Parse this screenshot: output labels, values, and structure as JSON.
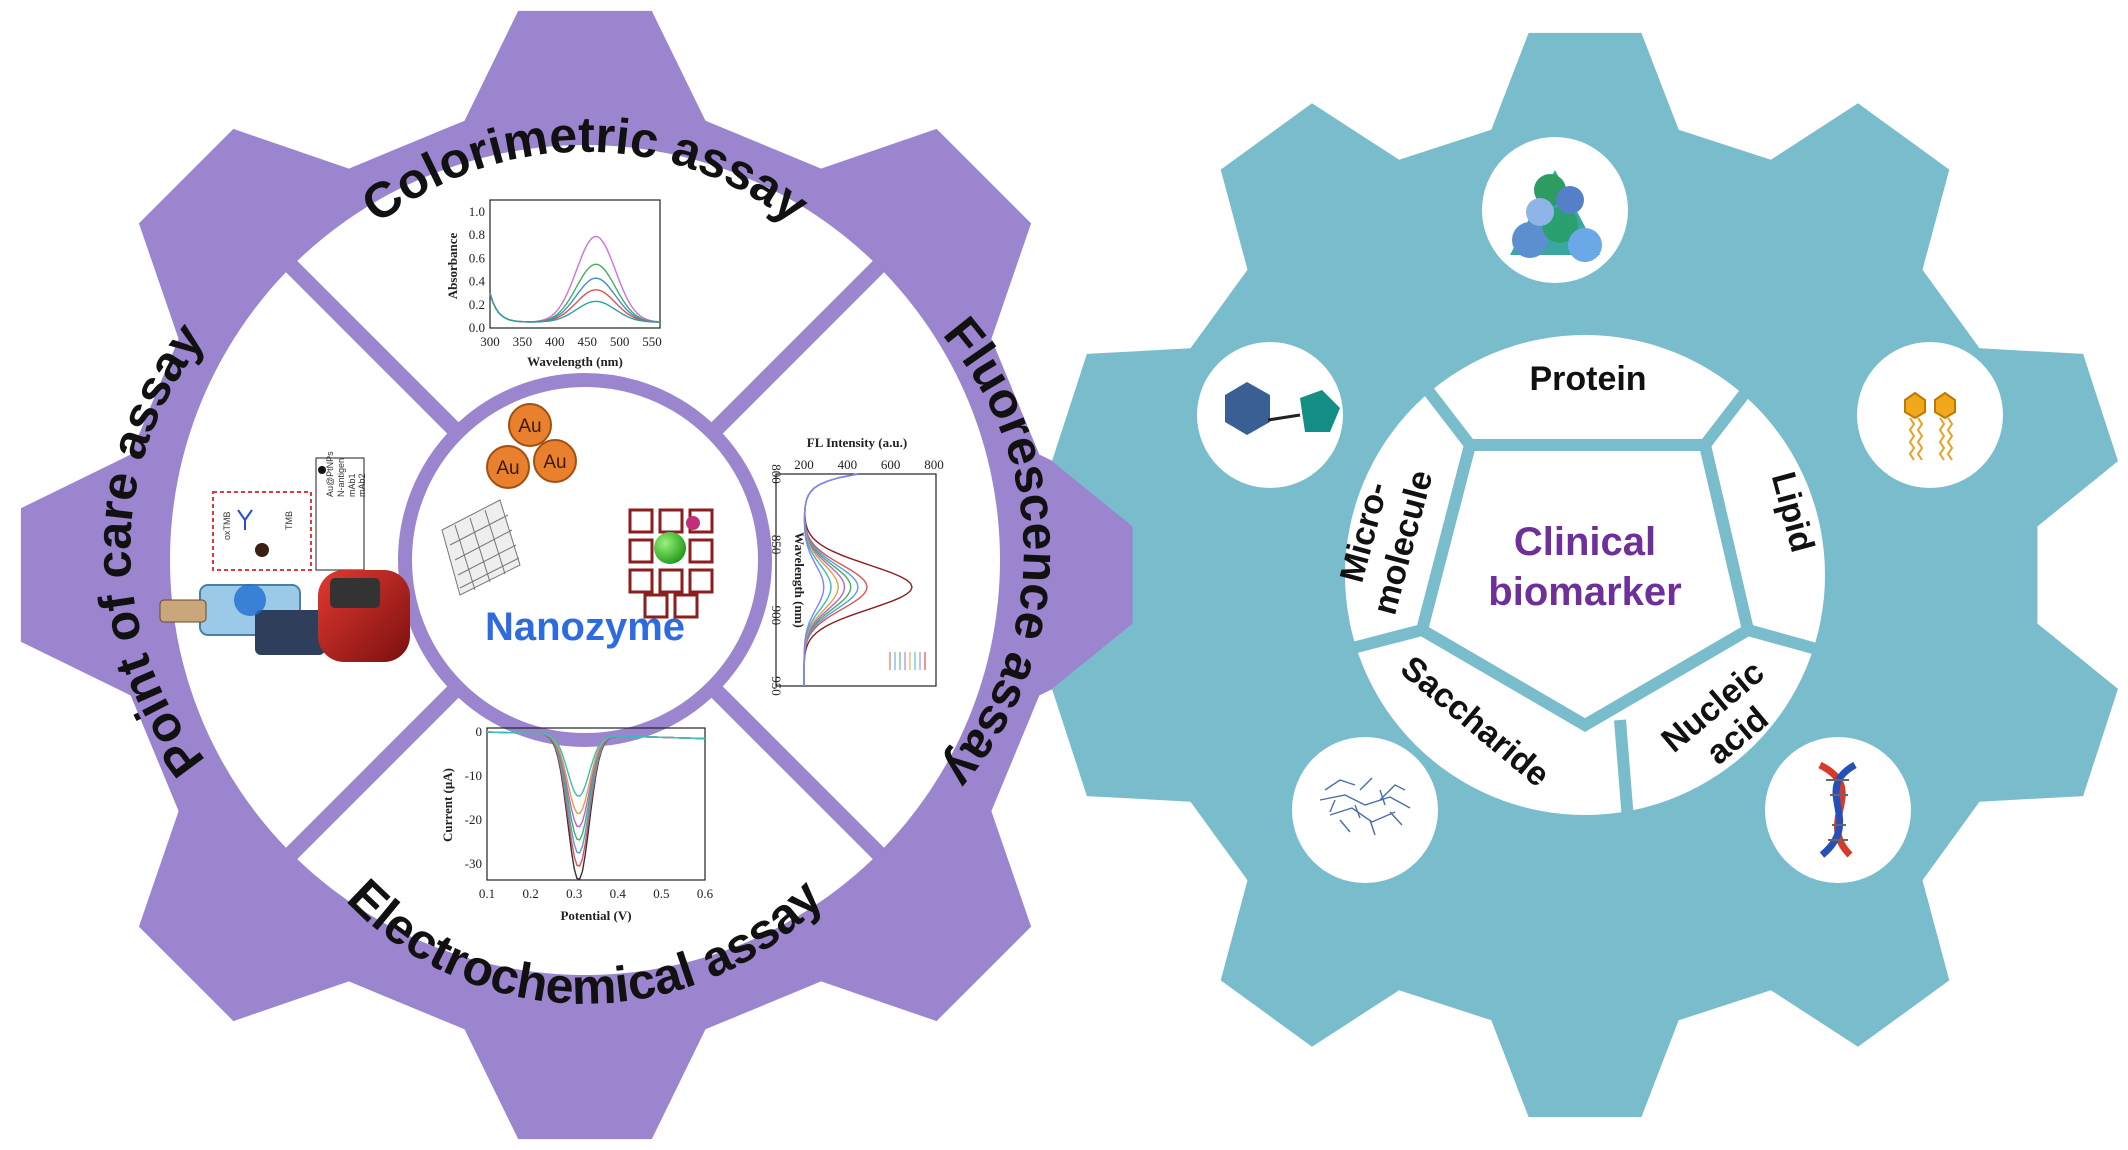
{
  "left_gear": {
    "labels": {
      "top": "Colorimetric assay",
      "right": "Fluorescence assay",
      "bottom": "Electrochemical assay",
      "left": "Point of care assay"
    },
    "center_label": "Nanozyme",
    "au_label": "Au",
    "colorimetric_plot": {
      "ylabel": "Absorbance",
      "xlabel": "Wavelength (nm)",
      "yticks": [
        "0.0",
        "0.2",
        "0.4",
        "0.6",
        "0.8",
        "1.0"
      ],
      "xticks": [
        "300",
        "350",
        "400",
        "450",
        "500",
        "550"
      ]
    },
    "fluorescence_plot": {
      "title": "FL Intensity (a.u.)",
      "ylabel": "Wavelength (nm)",
      "xticks": [
        "200",
        "400",
        "600",
        "800"
      ],
      "yticks": [
        "800",
        "850",
        "900",
        "950"
      ]
    },
    "electrochemical_plot": {
      "ylabel": "Current (μA)",
      "xlabel": "Potential (V)",
      "yticks": [
        "0",
        "-10",
        "-20",
        "-30"
      ],
      "xticks": [
        "0.1",
        "0.2",
        "0.3",
        "0.4",
        "0.5",
        "0.6"
      ]
    },
    "poc_legend": [
      "Au@PtNPs",
      "N-antigen",
      "mAb1",
      "mAb2"
    ],
    "poc_tags": [
      "oxTMB",
      "TMB"
    ]
  },
  "right_gear": {
    "center_label_line1": "Clinical",
    "center_label_line2": "biomarker",
    "segments": {
      "protein": "Protein",
      "lipid": "Lipid",
      "nucleic_line1": "Nucleic",
      "nucleic_line2": "acid",
      "saccharide": "Saccharide",
      "micro_line1": "Micro-",
      "micro_line2": "molecule"
    }
  },
  "colors": {
    "left_gear": "#9B85CF",
    "right_gear": "#79BDCC",
    "nanozyme_text": "#2F6BE0",
    "clinical_text": "#6F2F9A",
    "au_fill": "#E8802E"
  }
}
